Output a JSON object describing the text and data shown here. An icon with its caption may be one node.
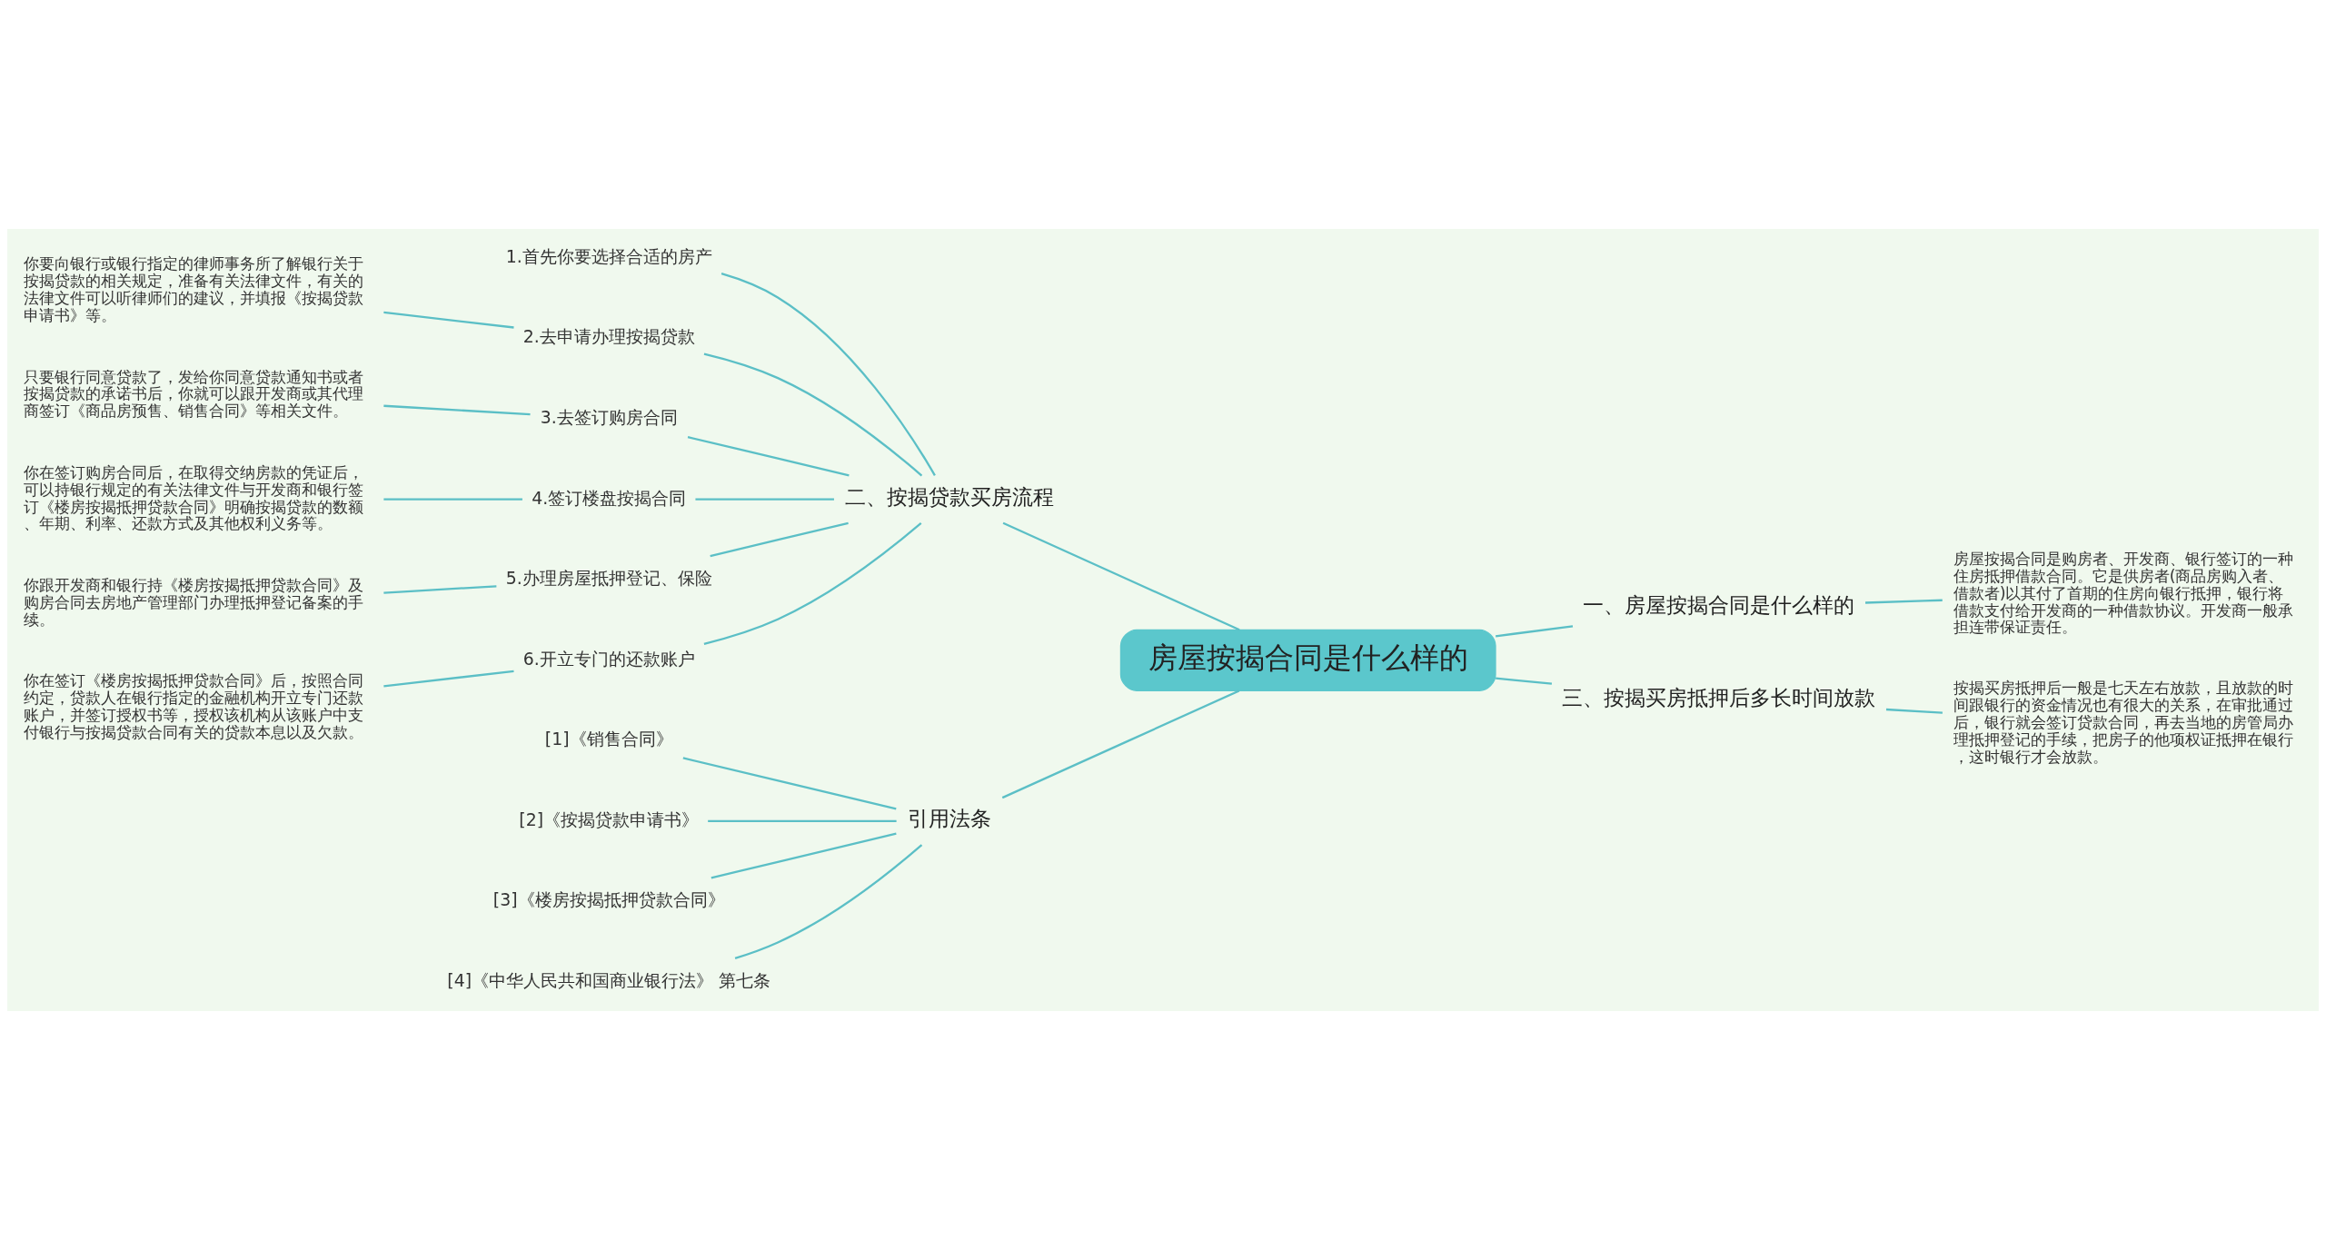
{
  "diagram": {
    "nodes": [
      {
        "text": [
          "房屋按揭合同是什么样的"
        ]
      },
      {
        "text": [
          "二、按揭贷款买房流程"
        ]
      },
      {
        "text": [
          "1.首先你要选择合适的房产"
        ]
      },
      {
        "text": [
          "2.去申请办理按揭贷款"
        ]
      },
      {
        "text": [
          "你要向银行或银行指定的律师事务所了解银行关于按揭贷款的相关规定，准备有关法律文件，有关的法律文件可以听律师们的建议，并填报《按揭贷款申请书》等。"
        ]
      },
      {
        "text": [
          "3.去签订购房合同"
        ]
      },
      {
        "text": [
          "只要银行同意贷款了，发给你同意贷款通知书或者按揭贷款的承诺书后，你就可以跟开发商或其代理商签订《商品房预售、销售合同》等相关文件。"
        ]
      },
      {
        "text": [
          "4.签订楼盘按揭合同"
        ]
      },
      {
        "text": [
          "你在签订购房合同后，在取得交纳房款的凭证后，可以持银行规定的有关法律文件与开发商和银行签订《楼房按揭抵押贷款合同》明确按揭贷款的数额、年期、利率、还款方式及其他权利义务等。"
        ]
      },
      {
        "text": [
          "5.办理房屋抵押登记、保险"
        ]
      },
      {
        "text": [
          "你跟开发商和银行持《楼房按揭抵押贷款合同》及购房合同去房地产管理部门办理抵押登记备案的手续。"
        ]
      },
      {
        "text": [
          "6.开立专门的还款账户"
        ]
      },
      {
        "text": [
          "你在签订《楼房按揭抵押贷款合同》后，按照合同约定，贷款人在银行指定的金融机构开立专门还款账户，并签订授权书等，授权该机构从该账户中支付银行与按揭贷款合同有关的贷款本息以及欠款。"
        ]
      },
      {
        "text": [
          "引用法条"
        ]
      },
      {
        "text": [
          "[1]《销售合同》"
        ]
      },
      {
        "text": [
          "[2]《按揭贷款申请书》"
        ]
      },
      {
        "text": [
          "[3]《楼房按揭抵押贷款合同》"
        ]
      },
      {
        "text": [
          "[4]《中华人民共和国商业银行法》 第七条"
        ]
      },
      {
        "text": [
          "一、房屋按揭合同是什么样的"
        ]
      },
      {
        "text": [
          "房屋按揭合同是购房者、开发商、银行签订的一种住房抵押借款合同。它是供房者(商品房购入者、借款者)以其付了首期的住房向银行抵押，银行将借款支付给开发商的一种借款协议。开发商一般承担连带保证责任。"
        ]
      },
      {
        "text": [
          "三、按揭买房抵押后多长时间放款"
        ]
      },
      {
        "text": [
          "按揭买房抵押后一般是七天左右放款，且放款的时间跟银行的资金情况也有很大的关系，在审批通过后，银行就会签订贷款合同，再去当地的房管局办理抵押登记的手续，把房子的他项权证抵押在银行，这时银行才会放款。"
        ]
      }
    ],
    "edges": [
      {
        "from": 1,
        "to": 0,
        "arrow": "none"
      },
      {
        "from": 2,
        "to": 1,
        "arrow": "none"
      },
      {
        "from": 3,
        "to": 1,
        "arrow": "none"
      },
      {
        "from": 4,
        "to": 3,
        "arrow": "none"
      },
      {
        "from": 5,
        "to": 1,
        "arrow": "none"
      },
      {
        "from": 6,
        "to": 5,
        "arrow": "none"
      },
      {
        "from": 7,
        "to": 1,
        "arrow": "none"
      },
      {
        "from": 8,
        "to": 7,
        "arrow": "none"
      },
      {
        "from": 9,
        "to": 1,
        "arrow": "none"
      },
      {
        "from": 10,
        "to": 9,
        "arrow": "none"
      },
      {
        "from": 11,
        "to": 1,
        "arrow": "none"
      },
      {
        "from": 12,
        "to": 11,
        "arrow": "none"
      },
      {
        "from": 13,
        "to": 0,
        "arrow": "none"
      },
      {
        "from": 14,
        "to": 13,
        "arrow": "none"
      },
      {
        "from": 15,
        "to": 13,
        "arrow": "none"
      },
      {
        "from": 16,
        "to": 13,
        "arrow": "none"
      },
      {
        "from": 17,
        "to": 13,
        "arrow": "none"
      },
      {
        "from": 0,
        "to": 18,
        "arrow": "none"
      },
      {
        "from": 18,
        "to": 19,
        "arrow": "none"
      },
      {
        "from": 0,
        "to": 20,
        "arrow": "none"
      },
      {
        "from": 20,
        "to": 21,
        "arrow": "none"
      }
    ]
  }
}
